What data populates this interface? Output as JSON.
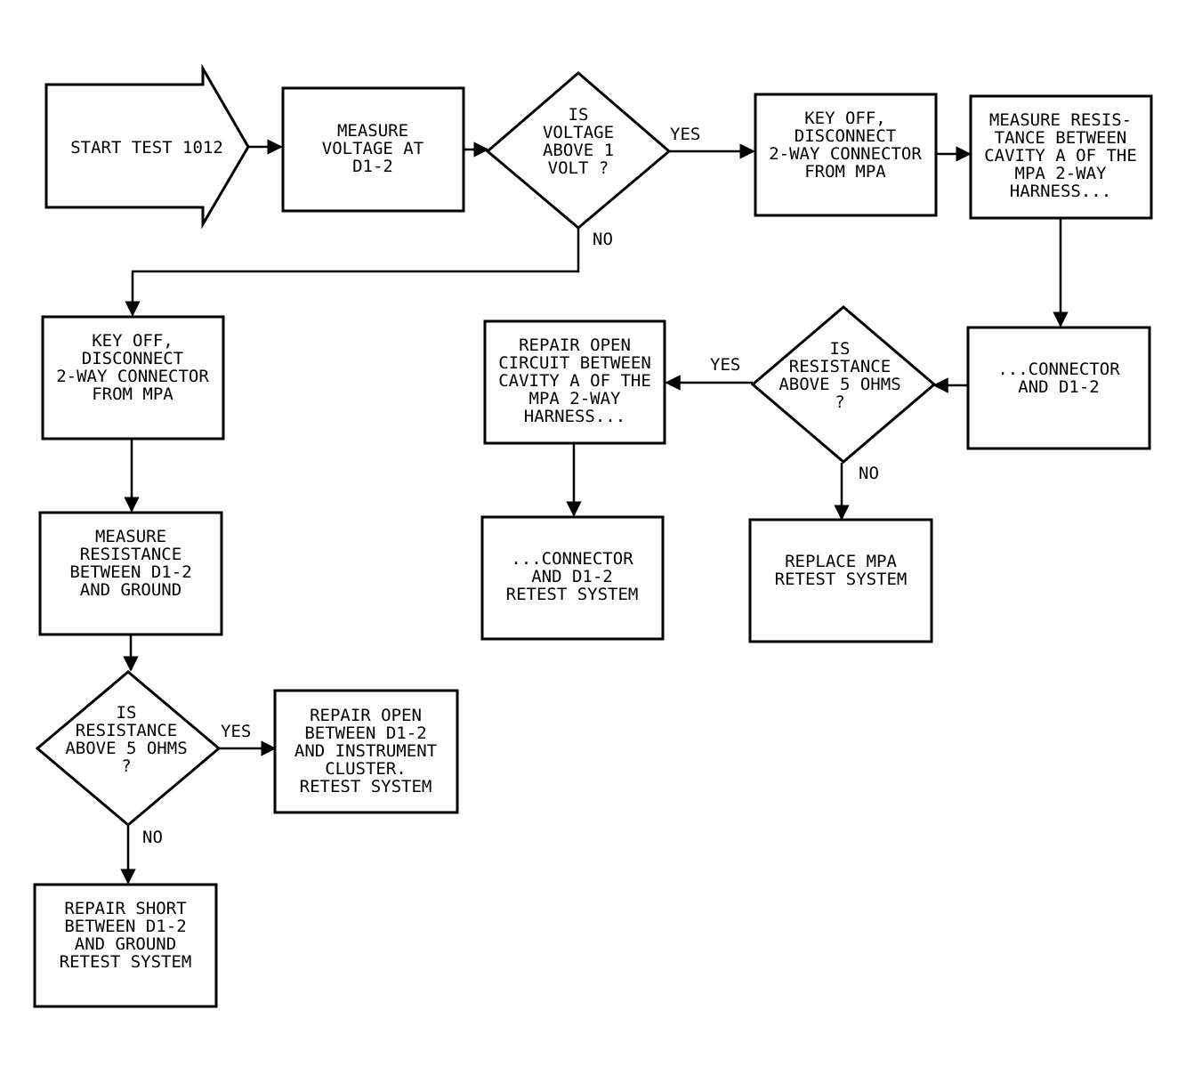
{
  "nodes": {
    "start": [
      "START TEST 1012"
    ],
    "measure_voltage": [
      "MEASURE",
      "VOLTAGE AT",
      "D1-2"
    ],
    "decision_voltage": [
      "IS",
      "VOLTAGE",
      "ABOVE 1",
      "VOLT ?"
    ],
    "key_off_right": [
      "KEY OFF,",
      "DISCONNECT",
      "2-WAY CONNECTOR",
      "FROM MPA"
    ],
    "measure_cavity": [
      "MEASURE RESIS-",
      "TANCE BETWEEN",
      "CAVITY A OF THE",
      "MPA 2-WAY",
      "HARNESS..."
    ],
    "connector_d1_2": [
      "...CONNECTOR",
      "AND D1-2"
    ],
    "decision_resistance_right": [
      "IS",
      "RESISTANCE",
      "ABOVE 5 OHMS",
      "?"
    ],
    "repair_open_circuit": [
      "REPAIR OPEN",
      "CIRCUIT BETWEEN",
      "CAVITY A OF THE",
      "MPA 2-WAY",
      "HARNESS..."
    ],
    "connector_retest": [
      "...CONNECTOR",
      "AND D1-2",
      "RETEST SYSTEM"
    ],
    "replace_mpa": [
      "REPLACE MPA",
      "RETEST SYSTEM"
    ],
    "key_off_left": [
      "KEY OFF,",
      "DISCONNECT",
      "2-WAY CONNECTOR",
      "FROM MPA"
    ],
    "measure_ground": [
      "MEASURE",
      "RESISTANCE",
      "BETWEEN D1-2",
      "AND GROUND"
    ],
    "decision_resistance_left": [
      "IS",
      "RESISTANCE",
      "ABOVE 5 OHMS",
      "?"
    ],
    "repair_open_cluster": [
      "REPAIR OPEN",
      "BETWEEN D1-2",
      "AND INSTRUMENT",
      "CLUSTER.",
      "RETEST SYSTEM"
    ],
    "repair_short": [
      "REPAIR SHORT",
      "BETWEEN D1-2",
      "AND GROUND",
      "RETEST SYSTEM"
    ]
  },
  "edge_labels": {
    "voltage_yes": "YES",
    "voltage_no": "NO",
    "resistance_right_yes": "YES",
    "resistance_right_no": "NO",
    "resistance_left_yes": "YES",
    "resistance_left_no": "NO"
  }
}
